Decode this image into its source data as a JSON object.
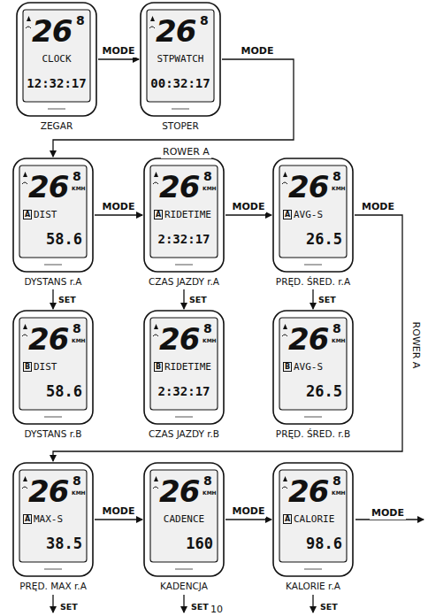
{
  "diagram": {
    "nodes": [
      {
        "text": [
          "26",
          "8",
          "CLOCK",
          "12:32:17",
          "ZEGAR"
        ]
      },
      {
        "text": [
          "26",
          "8",
          "STPWATCH",
          "00:32:17",
          "STOPER"
        ]
      },
      {
        "text": [
          "26",
          "8",
          "KMH",
          "A",
          "DIST",
          "58.6",
          "DYSTANS r.A"
        ]
      },
      {
        "text": [
          "26",
          "8",
          "KMH",
          "A",
          "RIDETIME",
          "2:32:17",
          "CZAS JAZDY r.A"
        ]
      },
      {
        "text": [
          "26",
          "8",
          "KMH",
          "A",
          "AVG-S",
          "26.5",
          "PRĘD. ŚRED. r.A"
        ]
      },
      {
        "text": [
          "26",
          "8",
          "KMH",
          "B",
          "DIST",
          "58.6",
          "DYSTANS r.B"
        ]
      },
      {
        "text": [
          "26",
          "8",
          "KMH",
          "B",
          "RIDETIME",
          "2:32:17",
          "CZAS JAZDY r.B"
        ]
      },
      {
        "text": [
          "26",
          "8",
          "KMH",
          "B",
          "AVG-S",
          "26.5",
          "PRĘD. ŚRED. r.B"
        ]
      },
      {
        "text": [
          "26",
          "8",
          "KMH",
          "A",
          "MAX-S",
          "38.5",
          "PRĘD. MAX r.A"
        ]
      },
      {
        "text": [
          "26",
          "8",
          "KMH",
          "CADENCE",
          "160",
          "KADENCJA"
        ]
      },
      {
        "text": [
          "26",
          "8",
          "KMH",
          "A",
          "CALORIE",
          "98.6",
          "KALORIE r.A"
        ]
      }
    ],
    "edges": [
      {
        "from": 0,
        "to": 1,
        "arrow": "to",
        "label": "MODE"
      },
      {
        "from": 1,
        "to": 2,
        "arrow": "to",
        "label": "MODE"
      },
      {
        "from": 2,
        "to": 3,
        "arrow": "to",
        "label": "MODE"
      },
      {
        "from": 3,
        "to": 4,
        "arrow": "to",
        "label": "MODE"
      },
      {
        "from": 4,
        "to": 8,
        "arrow": "to",
        "label": "MODE"
      },
      {
        "from": 8,
        "to": 9,
        "arrow": "to",
        "label": "MODE"
      },
      {
        "from": 9,
        "to": 10,
        "arrow": "to",
        "label": "MODE"
      },
      {
        "from": 2,
        "to": 5,
        "arrow": "to",
        "label": "SET"
      },
      {
        "from": 3,
        "to": 6,
        "arrow": "to",
        "label": "SET"
      },
      {
        "from": 4,
        "to": 7,
        "arrow": "to",
        "label": "SET"
      }
    ],
    "labels": [
      "ROWER A",
      "ROWER A",
      "MODE",
      "SET",
      "SET",
      "SET",
      "10"
    ]
  }
}
